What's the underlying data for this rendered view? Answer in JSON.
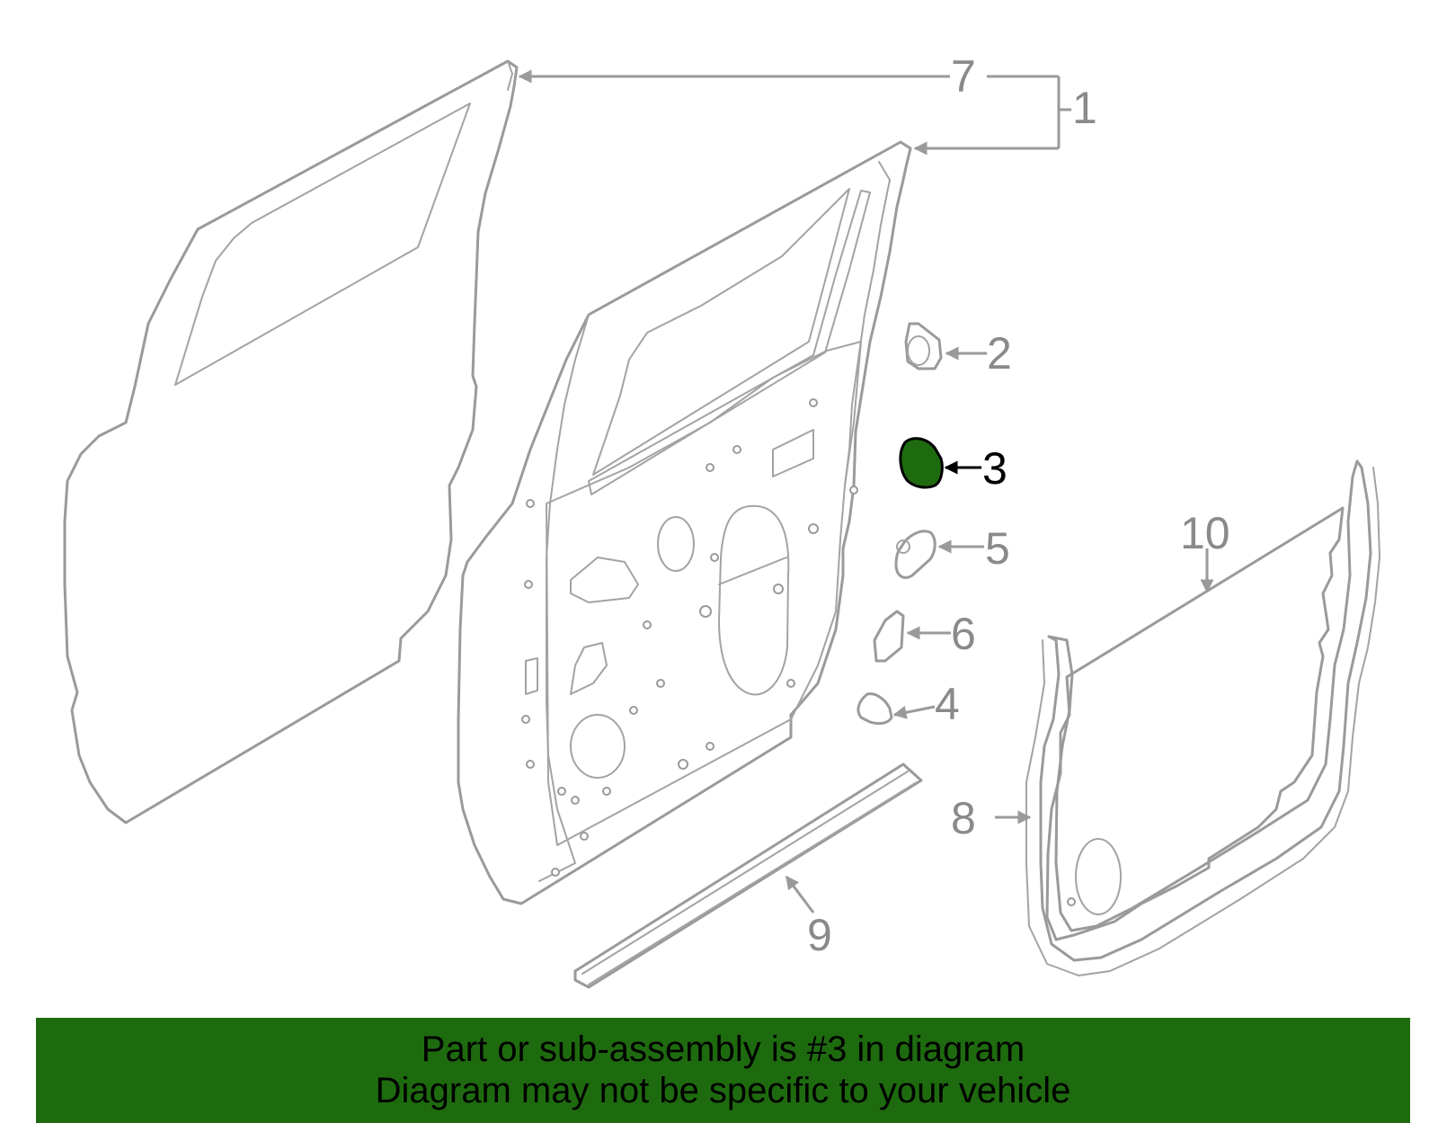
{
  "callouts": [
    "1",
    "2",
    "3",
    "4",
    "5",
    "6",
    "7",
    "8",
    "9",
    "10"
  ],
  "highlighted_callout": "3",
  "banner": {
    "line1": "Part or sub-assembly is #3 in diagram",
    "line2": "Diagram may not be specific to your vehicle"
  },
  "colors": {
    "highlight": "#1e6b0f",
    "banner_background": "#1e6b0f",
    "line_art": "#9a9a9a",
    "callout_text": "#8a8a8a",
    "highlight_outline": "#000000"
  },
  "icons": {
    "outer_panel": "door-outer-skin-icon",
    "inner_panel": "door-inner-panel-icon",
    "plug": "hole-plug-icon",
    "moulding": "belt-moulding-icon",
    "weatherstrip": "weatherstrip-icon",
    "trim": "door-trim-panel-icon"
  }
}
